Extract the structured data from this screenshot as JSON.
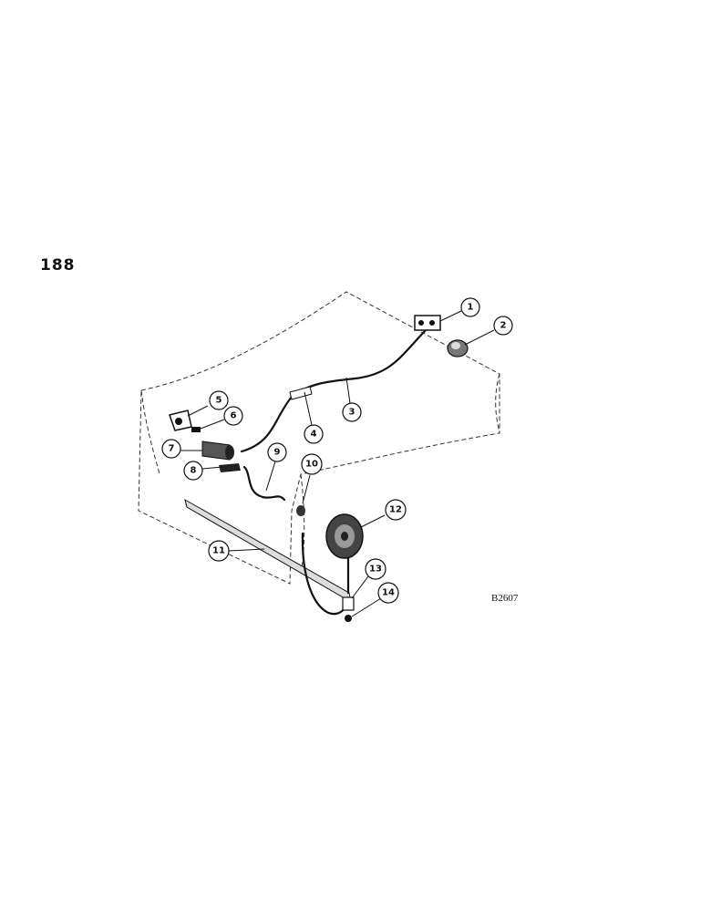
{
  "page": {
    "page_number": "188",
    "figure_code": "B2607"
  },
  "callouts": [
    {
      "label": "1"
    },
    {
      "label": "2"
    },
    {
      "label": "3"
    },
    {
      "label": "4"
    },
    {
      "label": "5"
    },
    {
      "label": "6"
    },
    {
      "label": "7"
    },
    {
      "label": "8"
    },
    {
      "label": "9"
    },
    {
      "label": "10"
    },
    {
      "label": "11"
    },
    {
      "label": "12"
    },
    {
      "label": "13"
    },
    {
      "label": "14"
    }
  ],
  "colors": {
    "ink": "#111111",
    "paper": "#ffffff"
  }
}
